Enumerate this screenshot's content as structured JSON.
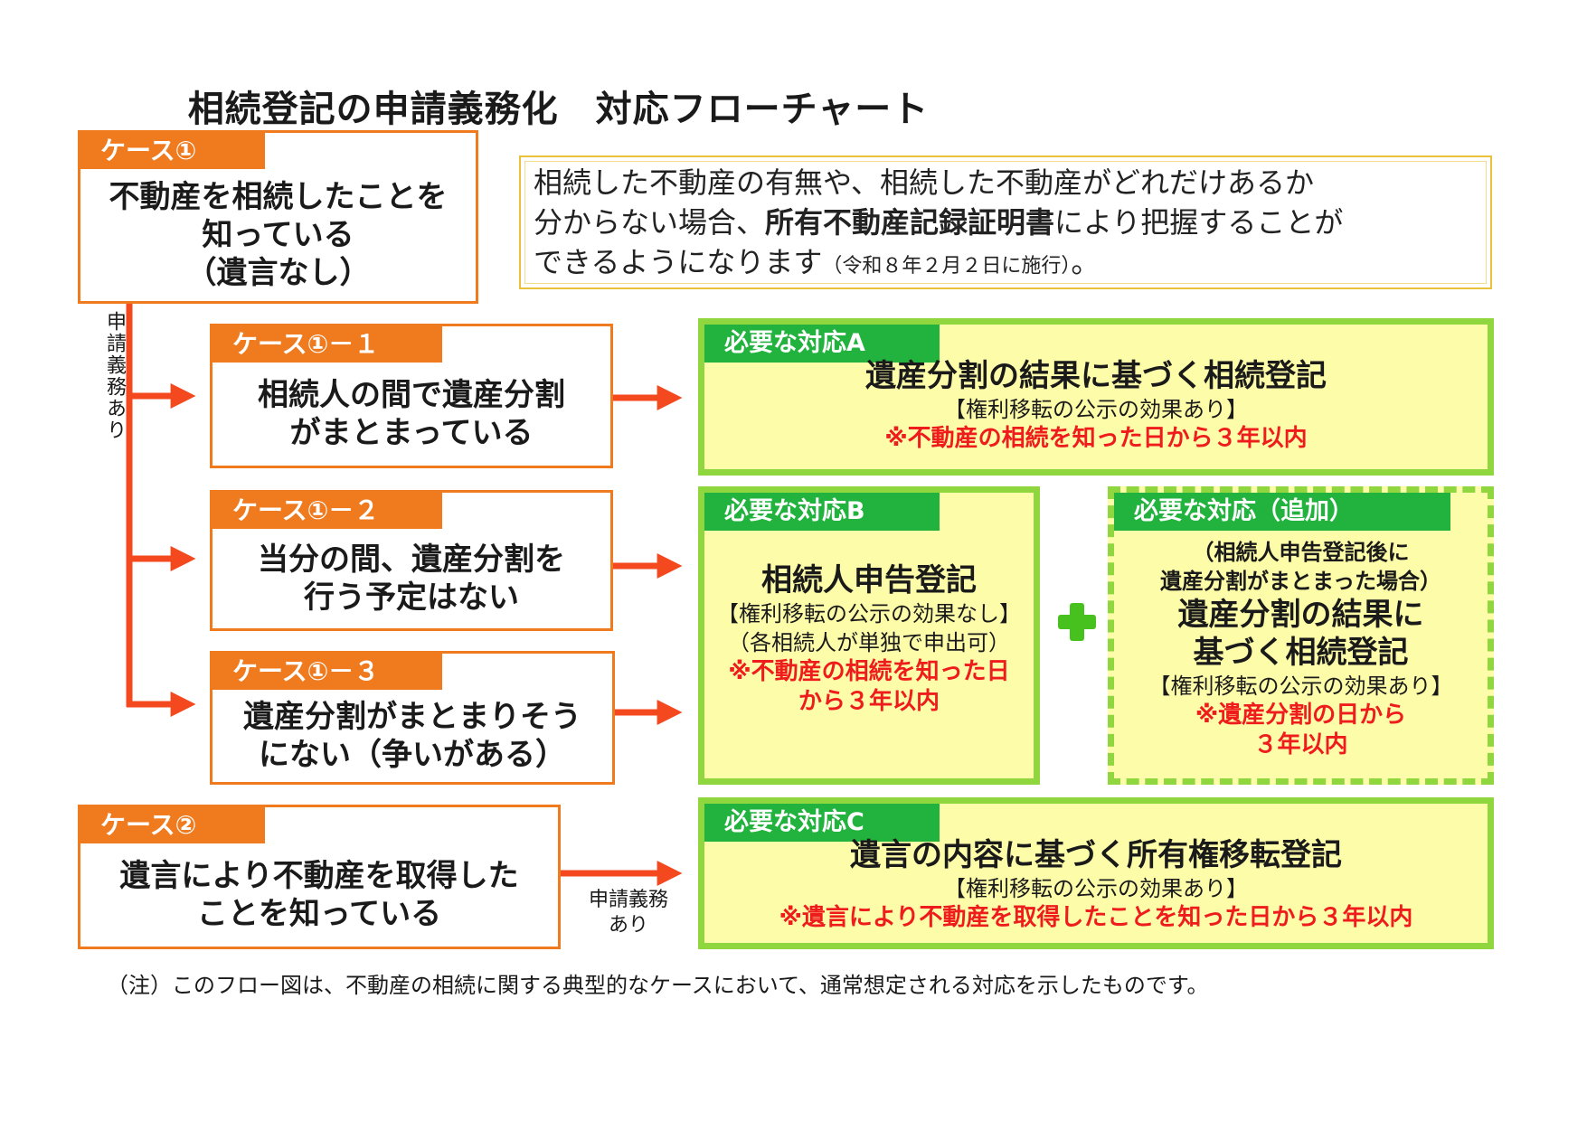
{
  "title": "相続登記の申請義務化　対応フローチャート",
  "note": {
    "line1": "相続した不動産の有無や、相続した不動産がどれだけあるか",
    "line2_pre": "分からない場合、",
    "line2_bold": "所有不動産記録証明書",
    "line2_post": "により把握することが",
    "line3": "できるようになります",
    "line3_small": "（令和８年２月２日に施行）",
    "line3_end": "。"
  },
  "case1": {
    "tag": "ケース①",
    "lines": [
      "不動産を相続したことを",
      "知っている",
      "（遺言なし）"
    ]
  },
  "case1_1": {
    "tag": "ケース①－１",
    "lines": [
      "相続人の間で遺産分割",
      "がまとまっている"
    ]
  },
  "case1_2": {
    "tag": "ケース①－２",
    "lines": [
      "当分の間、遺産分割を",
      "行う予定はない"
    ]
  },
  "case1_3": {
    "tag": "ケース①－３",
    "lines": [
      "遺産分割がまとまりそう",
      "にない（争いがある）"
    ]
  },
  "case2": {
    "tag": "ケース②",
    "lines": [
      "遺言により不動産を取得した",
      "ことを知っている"
    ]
  },
  "duty_vertical": "申請義務あり",
  "duty_case2": [
    "申請義務",
    "あり"
  ],
  "respA": {
    "tag": "必要な対応A",
    "title": "遺産分割の結果に基づく相続登記",
    "effect": "【権利移転の公示の効果あり】",
    "deadline": "※不動産の相続を知った日から３年以内"
  },
  "respB": {
    "tag": "必要な対応B",
    "title": "相続人申告登記",
    "effect": "【権利移転の公示の効果なし】",
    "note": "（各相続人が単独で申出可）",
    "deadline": [
      "※不動産の相続を知った日",
      "から３年以内"
    ]
  },
  "respAdd": {
    "tag": "必要な対応（追加）",
    "condition": [
      "（相続人申告登記後に",
      "遺産分割がまとまった場合）"
    ],
    "title": [
      "遺産分割の結果に",
      "基づく相続登記"
    ],
    "effect": "【権利移転の公示の効果あり】",
    "deadline": [
      "※遺産分割の日から",
      "３年以内"
    ]
  },
  "respC": {
    "tag": "必要な対応C",
    "title": "遺言の内容に基づく所有権移転登記",
    "effect": "【権利移転の公示の効果あり】",
    "deadline": "※遺言により不動産を取得したことを知った日から３年以内"
  },
  "footer": "（注）このフロー図は、不動産の相続に関する典型的なケースにおいて、通常想定される対応を示したものです。",
  "colors": {
    "orange": "#f07a1e",
    "arrow": "#f4481e",
    "green_tag": "#21b33d",
    "green_border": "#8fd63f",
    "yellow": "#fdfca9",
    "red": "#ee1c1c",
    "plus": "#46c11e"
  }
}
